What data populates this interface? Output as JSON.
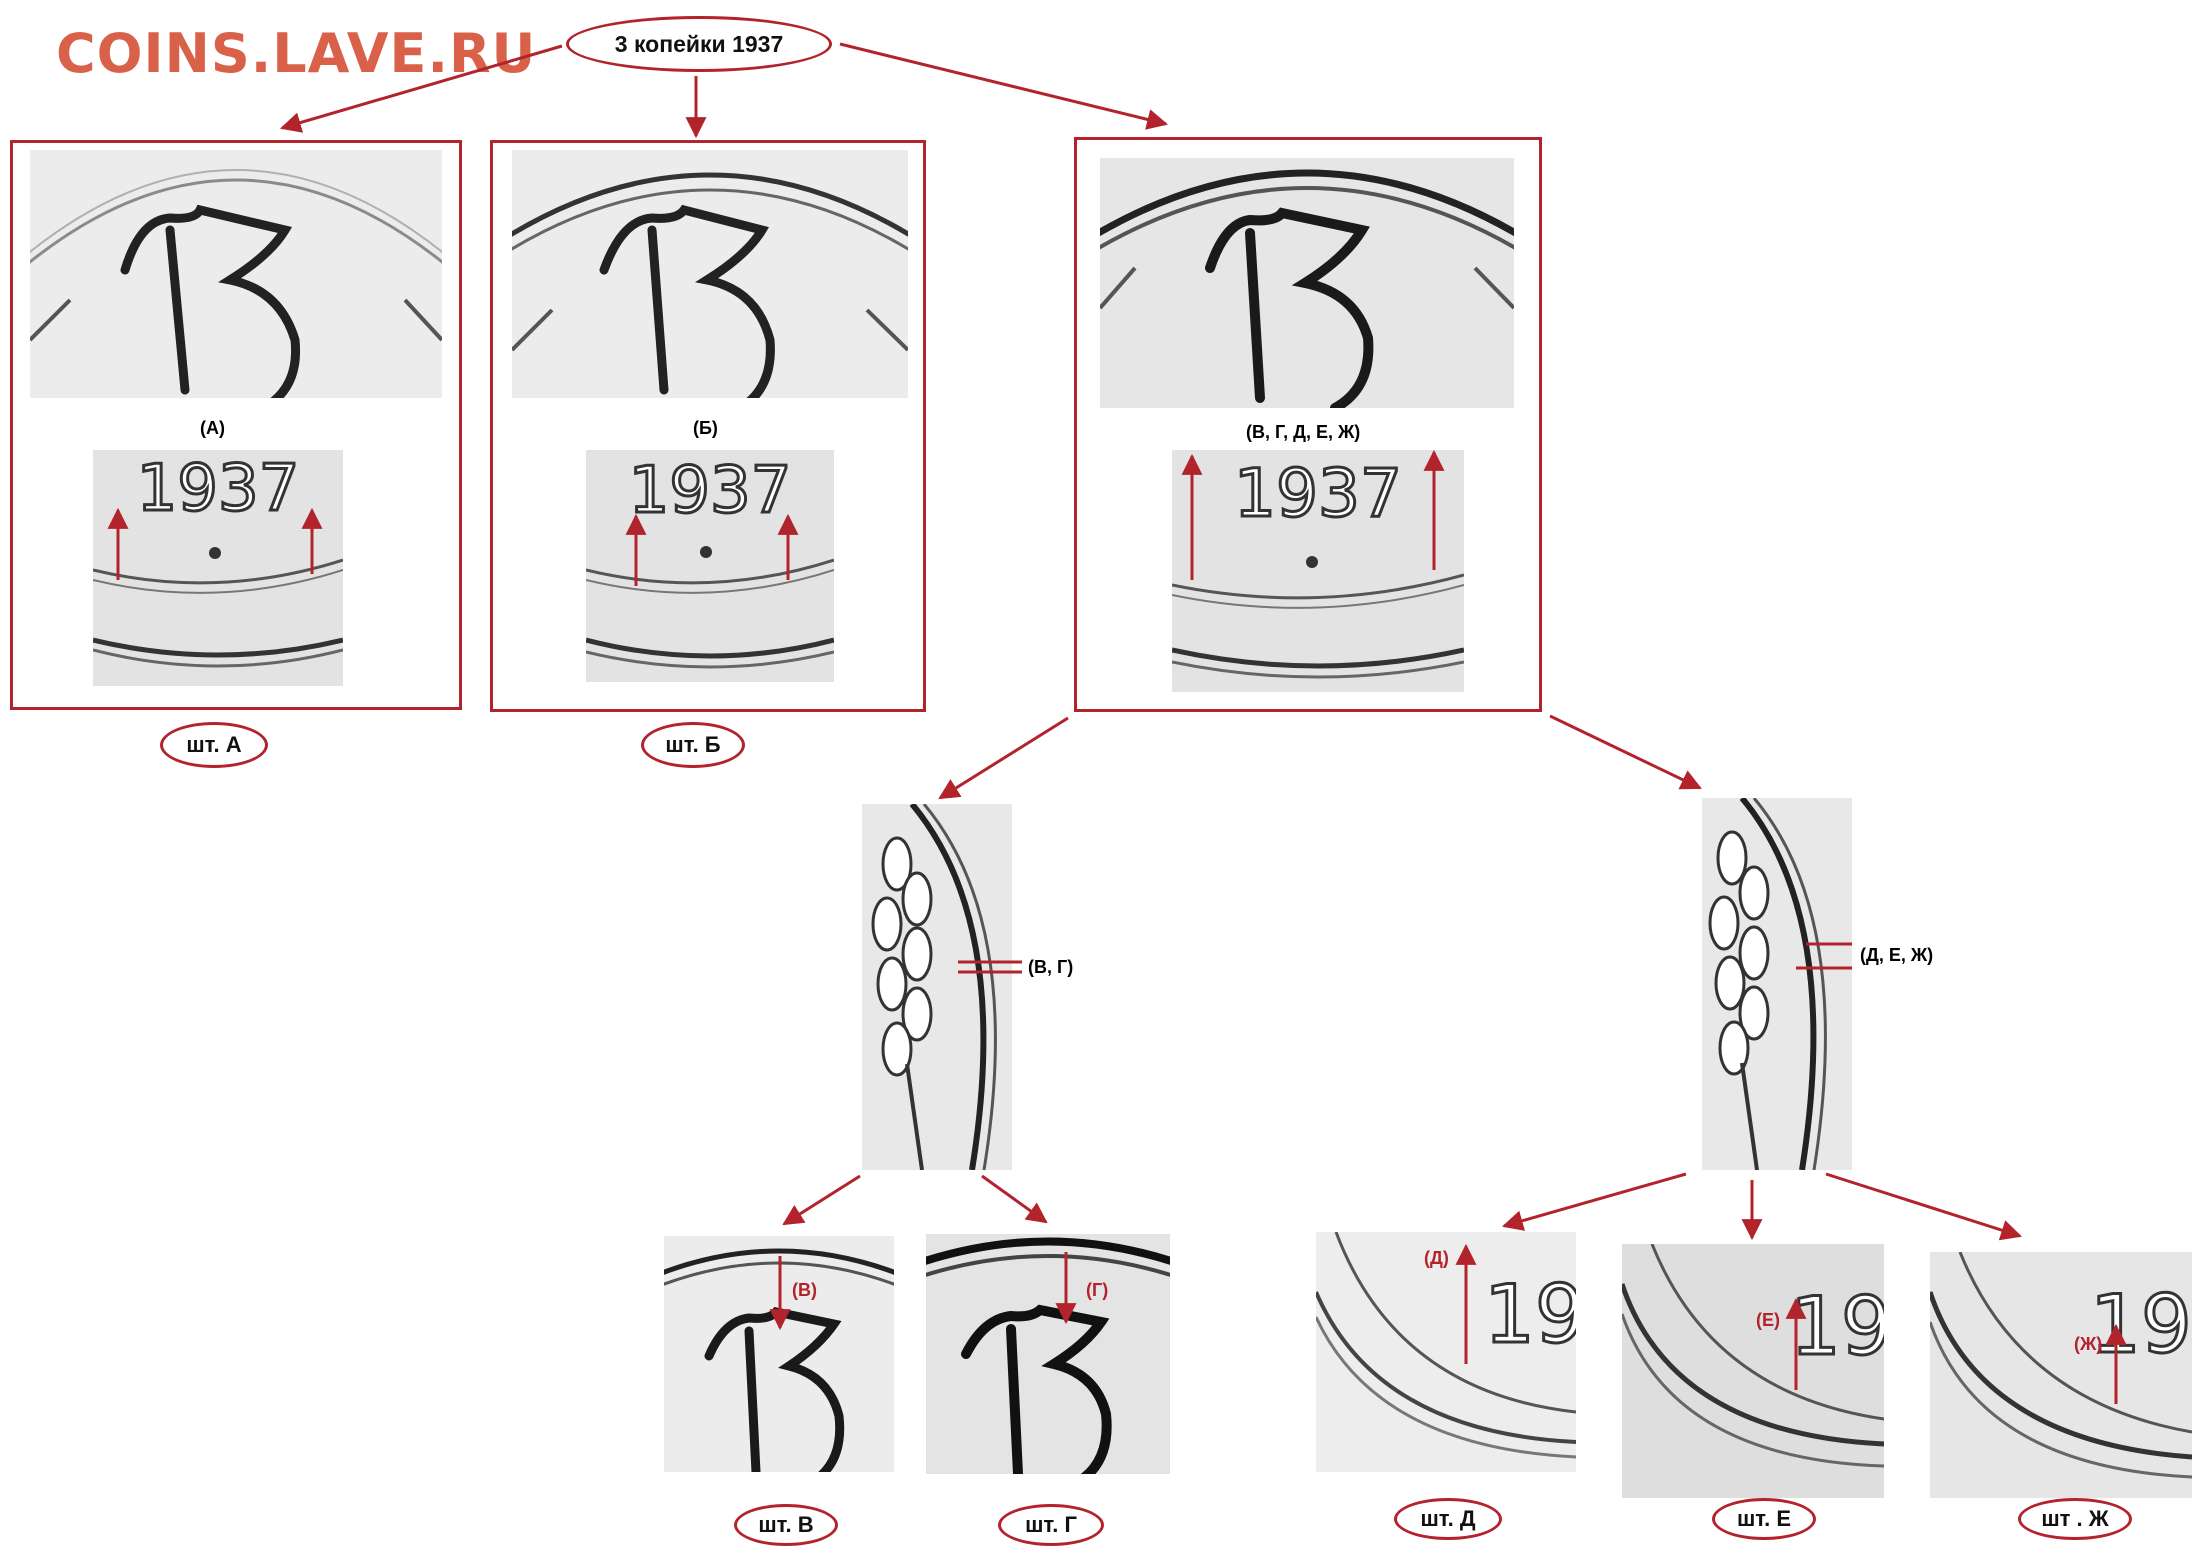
{
  "brand": {
    "text": "COINS.LAVE.RU",
    "color": "#d9614a"
  },
  "accent_color": "#b3232c",
  "root": {
    "label": "3 копейки 1937"
  },
  "panels": {
    "a": {
      "caption": "(А)",
      "year": "1937"
    },
    "b": {
      "caption": "(Б)",
      "year": "1937"
    },
    "c": {
      "caption": "(В, Г, Д, Е, Ж)",
      "year": "1937"
    }
  },
  "ear_notes": {
    "left": "(В, Г)",
    "right": "(Д, Е, Ж)"
  },
  "details": {
    "v": {
      "caption": "(В)"
    },
    "g": {
      "caption": "(Г)"
    },
    "d": {
      "caption": "(Д)",
      "digits": "19"
    },
    "e": {
      "caption": "(Е)",
      "digits": "19"
    },
    "zh": {
      "caption": "(Ж)",
      "digits": "19"
    }
  },
  "dies": {
    "a": "шт. А",
    "b": "шт. Б",
    "v": "шт. В",
    "g": "шт. Г",
    "d": "шт. Д",
    "e": "шт. Е",
    "zh": "шт . Ж"
  }
}
